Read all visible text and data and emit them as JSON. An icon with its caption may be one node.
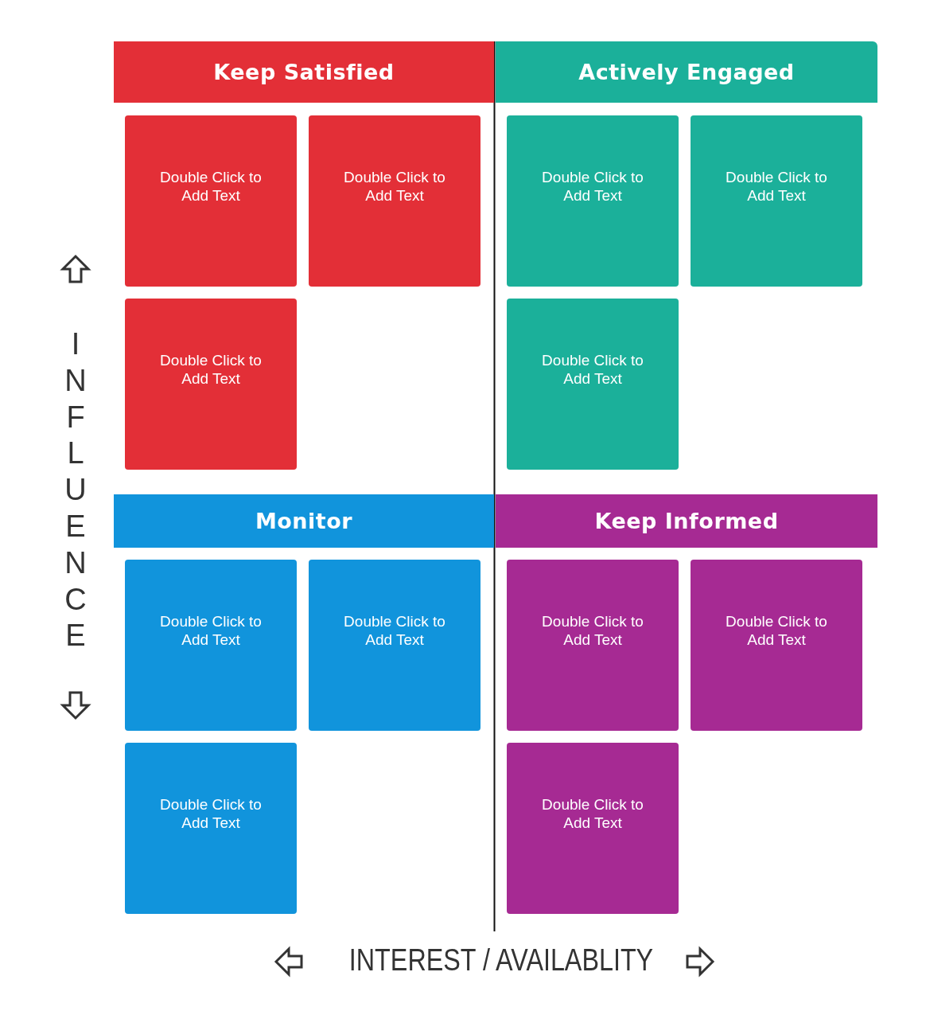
{
  "diagram": {
    "nodes": [
      {
        "text": [
          "Keep Satisfied"
        ]
      },
      {
        "text": [
          "Actively Engaged"
        ]
      },
      {
        "text": [
          "Double Click to Add Text"
        ]
      },
      {
        "text": [
          "Double Click to Add Text"
        ]
      },
      {
        "text": [
          "Double Click to Add Text"
        ]
      },
      {
        "text": [
          "Double Click to Add Text"
        ]
      },
      {
        "text": [
          "Double Click to Add Text"
        ]
      },
      {
        "text": [
          "Double Click to Add Text"
        ]
      },
      {
        "text": [
          "Monitor"
        ]
      },
      {
        "text": [
          "Keep Informed"
        ]
      },
      {
        "text": [
          "Double Click to Add Text"
        ]
      },
      {
        "text": [
          "Double Click to Add Text"
        ]
      },
      {
        "text": [
          "Double Click to Add Text"
        ]
      },
      {
        "text": [
          "Double Click to Add Text"
        ]
      },
      {
        "text": [
          "Double Click to Add Text"
        ]
      },
      {
        "text": [
          "Double Click to Add Text"
        ]
      }
    ],
    "labels": [
      "INFLUENCE",
      "INTEREST / AVAILABLITY"
    ]
  }
}
